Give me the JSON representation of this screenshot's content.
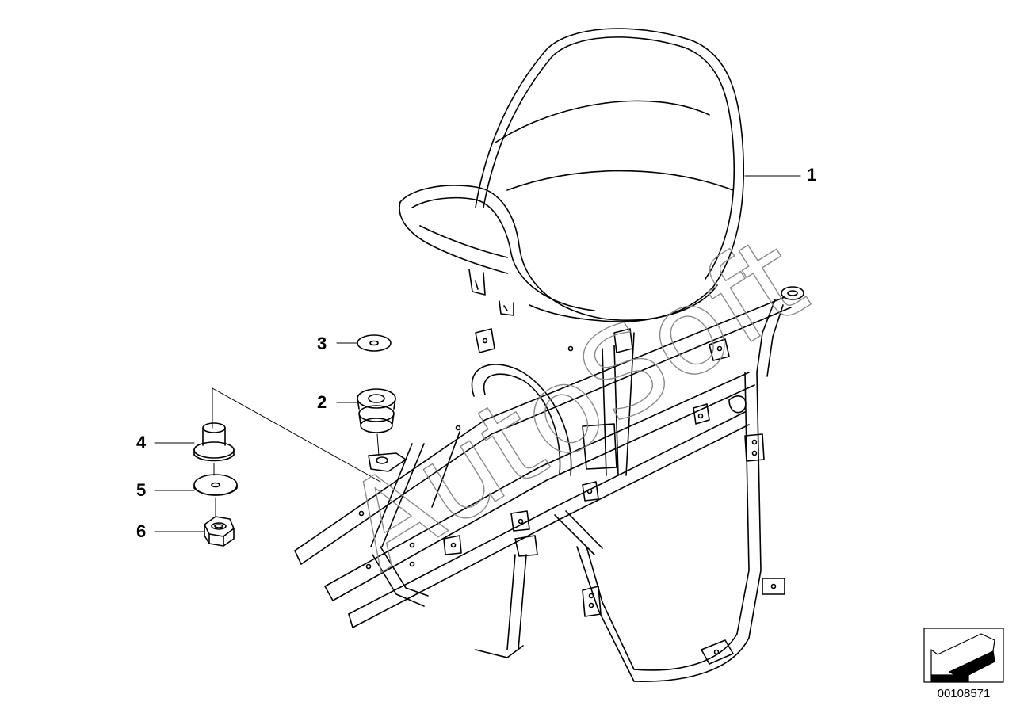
{
  "callouts": {
    "c1": "1",
    "c2": "2",
    "c3": "3",
    "c4": "4",
    "c5": "5",
    "c6": "6"
  },
  "document_number": "00108571",
  "watermark_text": "AutoSoft",
  "icons": {
    "orientation": "direction-arrow-icon"
  }
}
